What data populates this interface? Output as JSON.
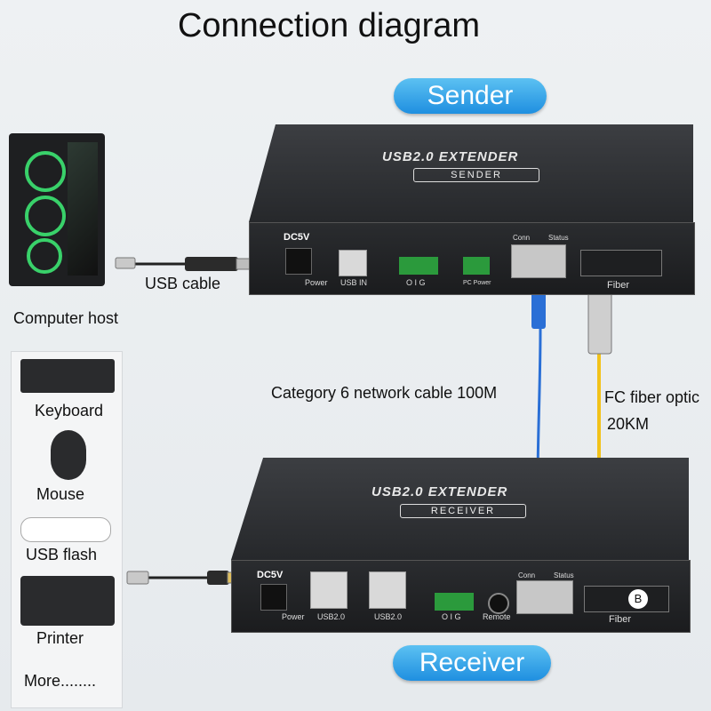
{
  "title": "Connection diagram",
  "labels": {
    "sender": "Sender",
    "receiver": "Receiver",
    "usb_cable": "USB cable",
    "computer_host": "Computer host",
    "cat6": "Category 6 network cable 100M",
    "fiber_line1": "FC fiber optic",
    "fiber_line2": "20KM"
  },
  "sender_device": {
    "brand": "USB2.0  EXTENDER",
    "sub": "SENDER",
    "dc": "DC5V",
    "power": "Power",
    "usb_in": "USB IN",
    "oig": "O  I  G",
    "pc_power": "PC Power",
    "conn": "Conn",
    "status": "Status",
    "fiber": "Fiber"
  },
  "receiver_device": {
    "brand": "USB2.0  EXTENDER",
    "sub": "RECEIVER",
    "dc": "DC5V",
    "power": "Power",
    "usb1": "USB2.0",
    "usb2": "USB2.0",
    "oig": "O  I  G",
    "remote": "Remote",
    "conn": "Conn",
    "status": "Status",
    "fiber": "Fiber",
    "badge": "B"
  },
  "peripherals": [
    "Keyboard",
    "Mouse",
    "USB flash",
    "Printer",
    "More........"
  ],
  "colors": {
    "pill": "#1f8fe0",
    "fiber_cable": "#f2c21a",
    "net_cable": "#2a6fd6",
    "device": "#26282b"
  }
}
